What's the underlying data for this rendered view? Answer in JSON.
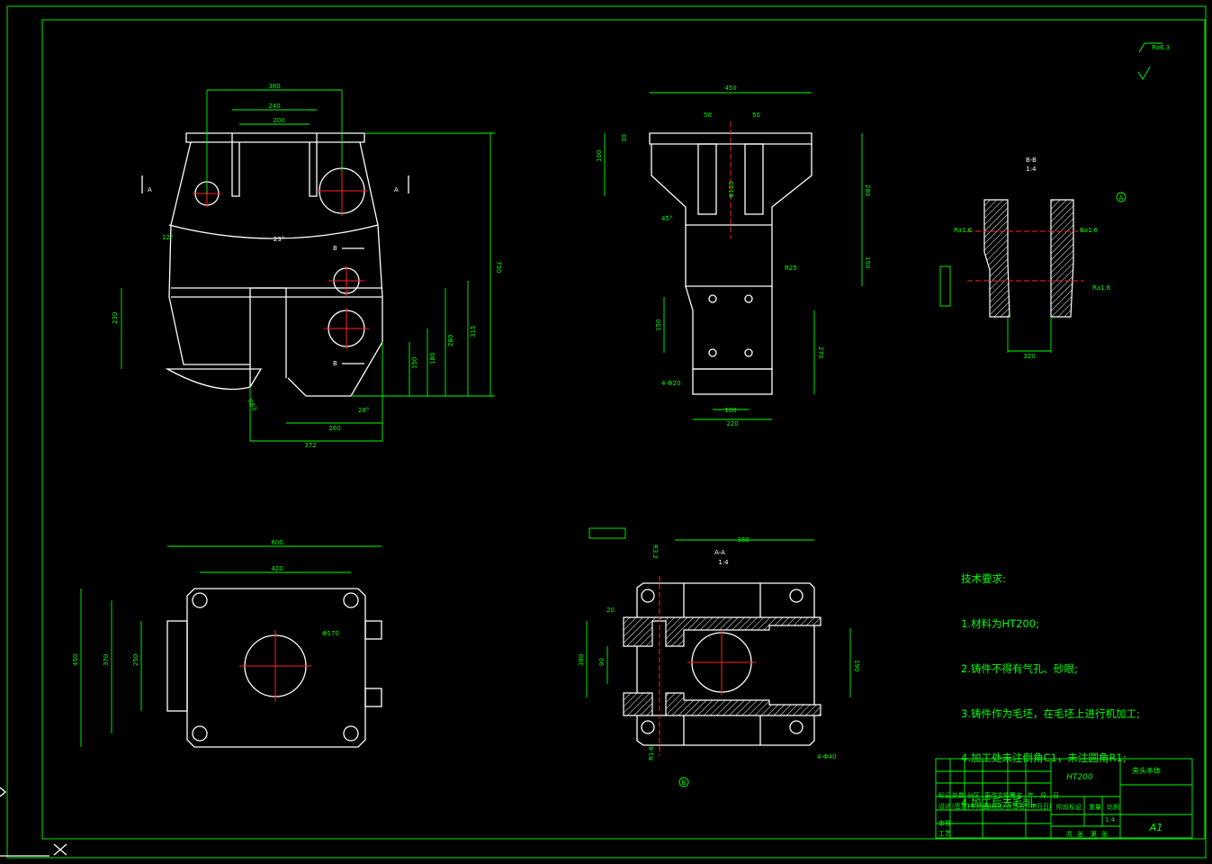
{
  "tech_requirements": {
    "title": "技术要求:",
    "items": [
      "1.材料为HT200;",
      "2.铸件不得有气孔、砂眼;",
      "3.铸件作为毛坯，在毛坯上进行机加工;",
      "4.加工处未注倒角C1，未注圆角R1;",
      "4.加工后去毛刺。"
    ]
  },
  "title_block": {
    "material": "HT200",
    "part_name": "夹头本体",
    "scale": "1:4",
    "sheet_size": "A1",
    "cells": [
      "标记",
      "处数",
      "分区",
      "更改文件号",
      "签名",
      "年、月、日",
      "设计",
      "(签名)",
      "(年月日)",
      "标准化",
      "(签名)",
      "(年月日)",
      "审核",
      "工艺",
      "阶段标记",
      "重量",
      "比例",
      "共",
      "张",
      "第",
      "张"
    ]
  },
  "section_labels": {
    "bb": "B-B",
    "bb_scale": "1:4",
    "aa": "A-A",
    "aa_scale": "1:4"
  },
  "front_view_dims": [
    "380",
    "240",
    "200",
    "23°",
    "12°",
    "730",
    "230",
    "315",
    "280",
    "180",
    "150",
    "260",
    "372",
    "R63",
    "28°"
  ],
  "side_view_dims": [
    "450",
    "50",
    "50",
    "30",
    "100",
    "280",
    "150",
    "4-Φ20",
    "150",
    "270",
    "100",
    "220",
    "R25",
    "45°",
    "Φ120"
  ],
  "top_view_dims": [
    "600",
    "420",
    "450",
    "370",
    "250",
    "Φ170"
  ],
  "aa_view_dims": [
    "380",
    "20",
    "380",
    "90",
    "190",
    "4-Φ40",
    "R3.2",
    "R1.6"
  ],
  "bb_view_dims": [
    "320",
    "Ra1.6",
    "Ra1.6",
    "Ra1.6"
  ],
  "roughness_note": "Ra6.3",
  "view_markers": [
    "A",
    "A",
    "B",
    "B"
  ],
  "datum_markers": [
    "A",
    "B"
  ]
}
